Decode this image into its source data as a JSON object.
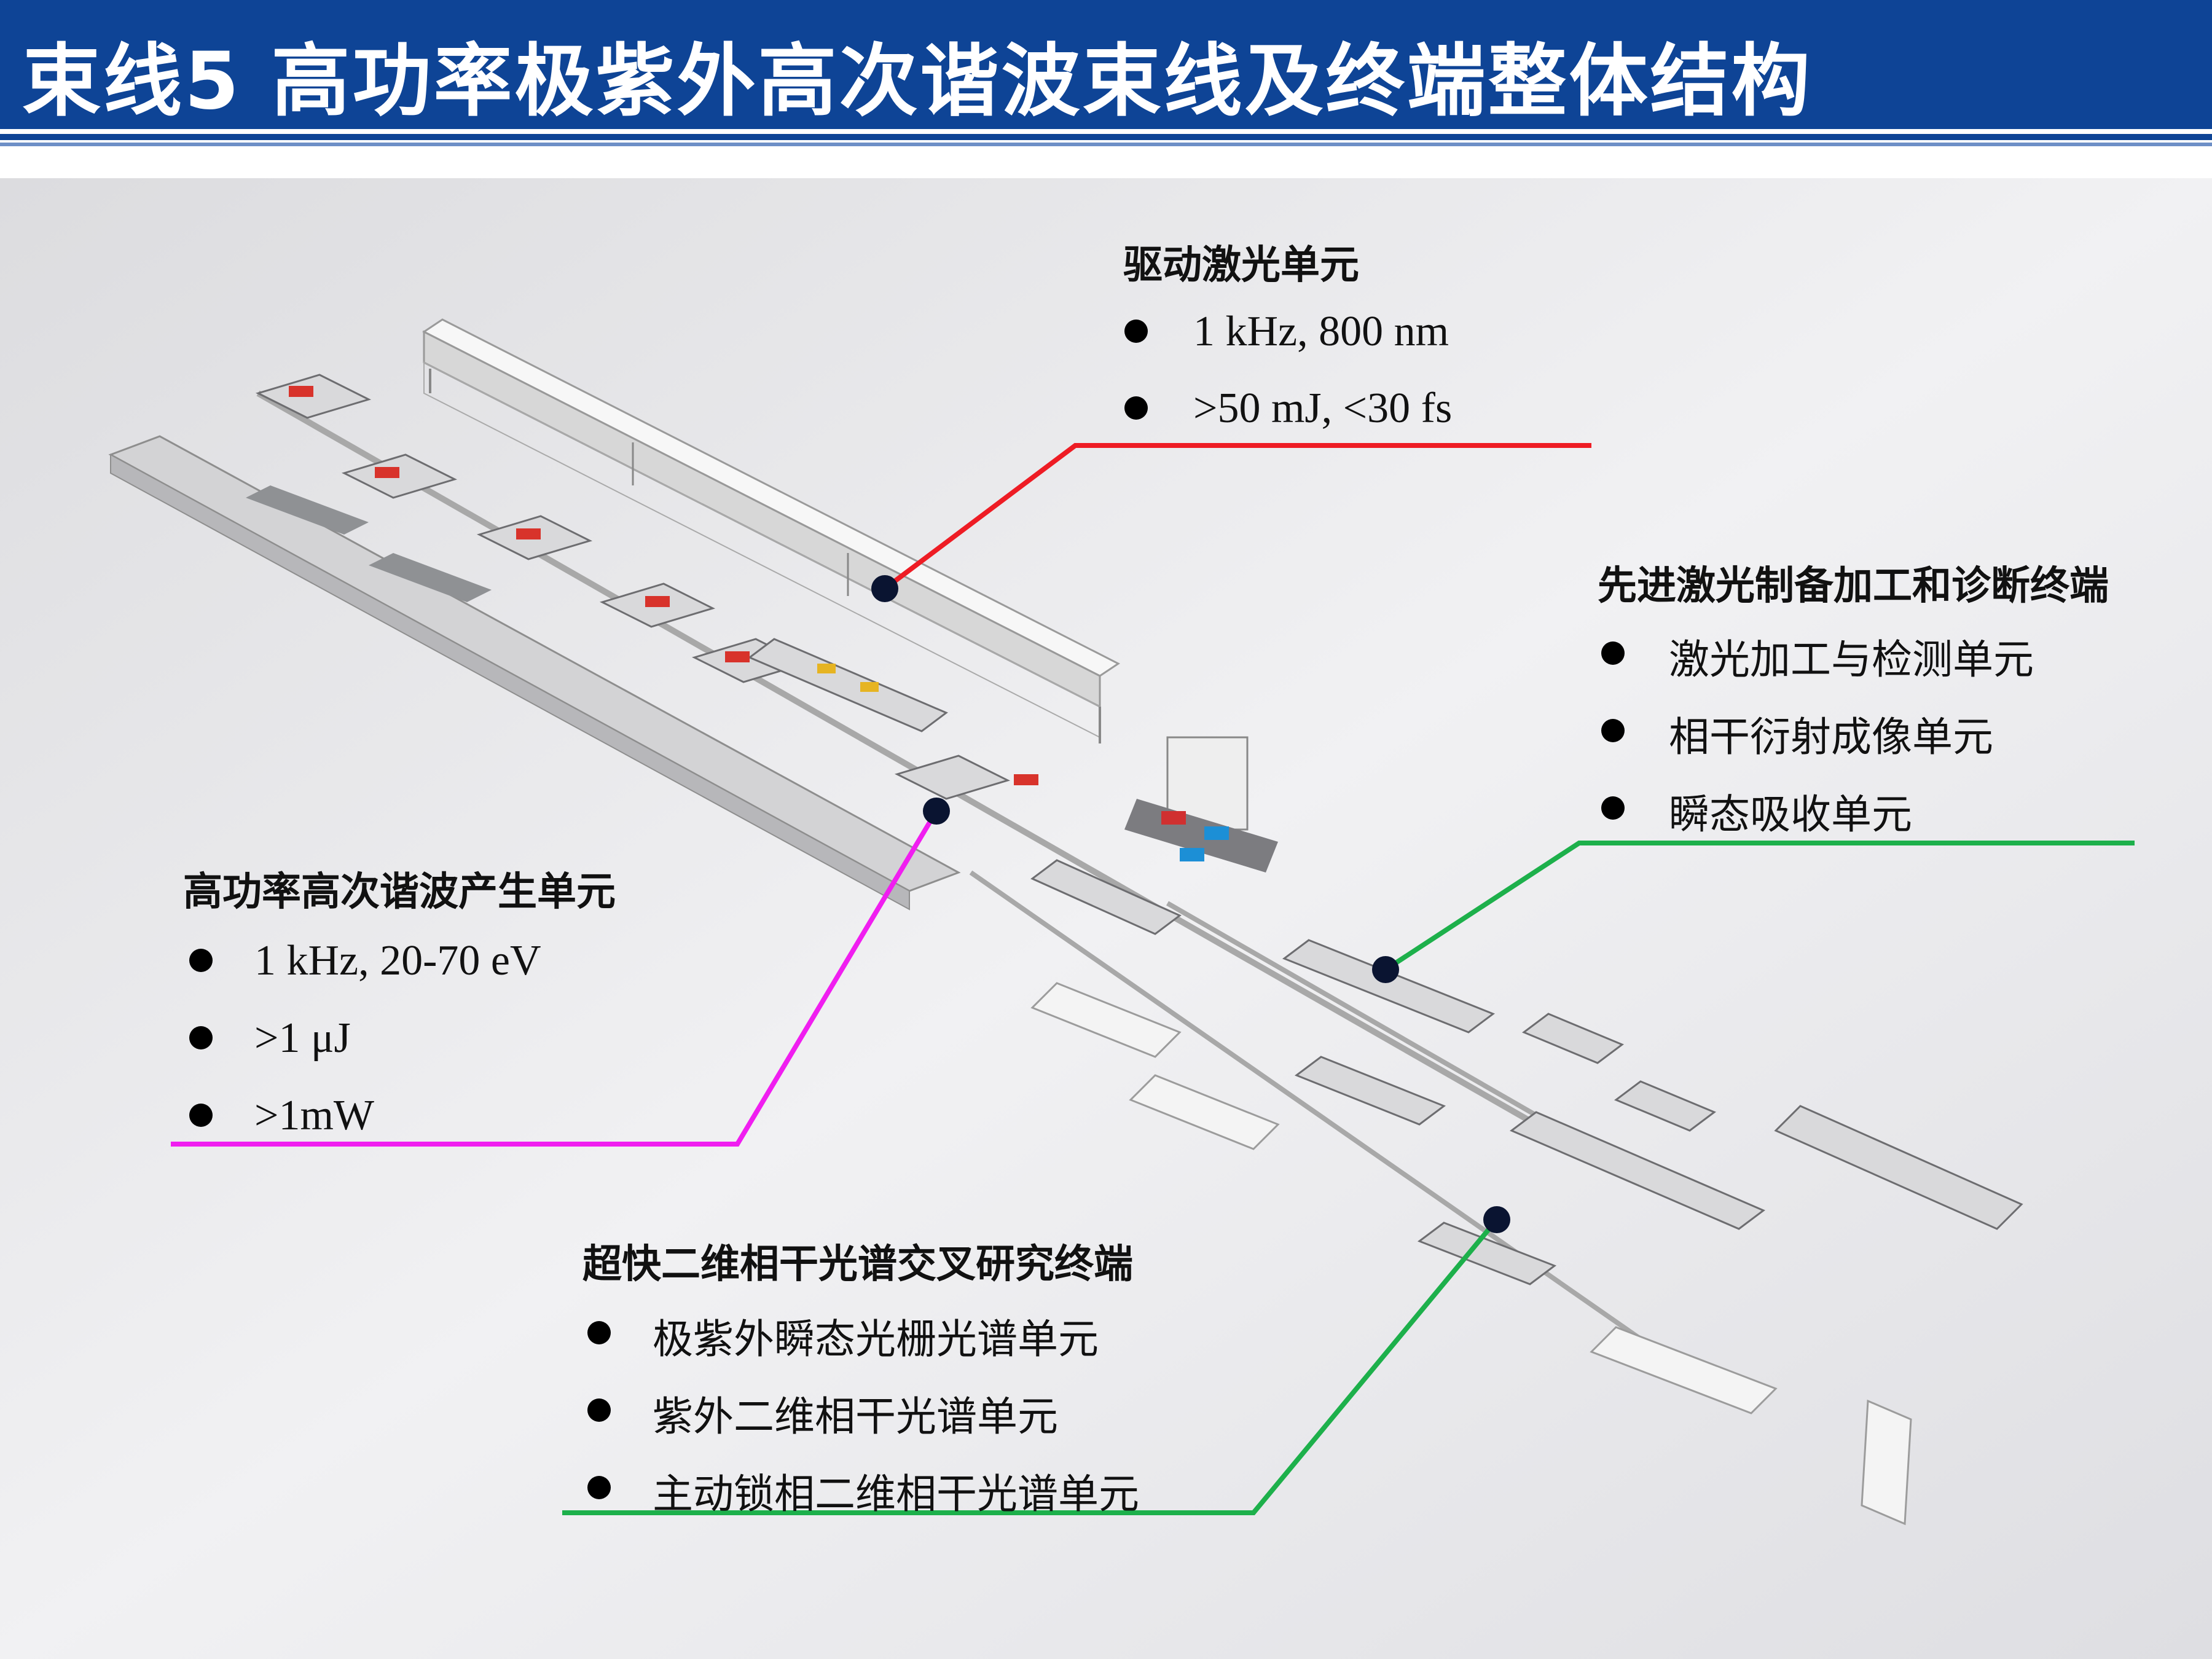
{
  "title": "束线5 高功率极紫外高次谐波束线及终端整体结构",
  "colors": {
    "title_bar": "#0e4496",
    "red_callout": "#ee1c24",
    "magenta_callout": "#f01ef0",
    "green_callout": "#1db04b"
  },
  "callouts": {
    "drive_laser": {
      "heading": "驱动激光单元",
      "items": [
        "1 kHz, 800 nm",
        ">50 mJ, <30 fs"
      ]
    },
    "advanced_laser": {
      "heading": "先进激光制备加工和诊断终端",
      "items": [
        "激光加工与检测单元",
        "相干衍射成像单元",
        "瞬态吸收单元"
      ]
    },
    "hhg": {
      "heading": "高功率高次谐波产生单元",
      "items": [
        "1 kHz, 20-70 eV",
        ">1 μJ",
        ">1mW"
      ]
    },
    "ultrafast": {
      "heading": "超快二维相干光谱交叉研究终端",
      "items": [
        "极紫外瞬态光栅光谱单元",
        "紫外二维相干光谱单元",
        "主动锁相二维相干光谱单元"
      ]
    }
  }
}
